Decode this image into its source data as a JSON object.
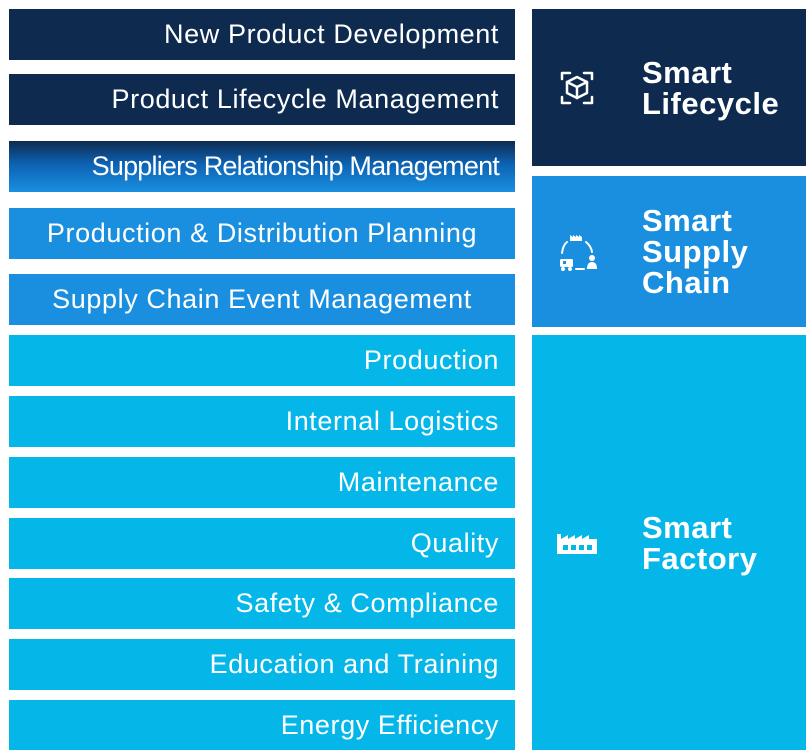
{
  "bars": [
    "New Product Development",
    "Product Lifecycle Management",
    "Suppliers Relationship Management",
    "Production & Distribution Planning",
    "Supply Chain Event Management",
    "Production",
    "Internal Logistics",
    "Maintenance",
    "Quality",
    "Safety & Compliance",
    "Education and Training",
    "Energy Efficiency"
  ],
  "panels": {
    "lifecycle": {
      "line1": "Smart",
      "line2": "Lifecycle",
      "icon": "box-cycle-icon",
      "color": "#0e2b4f"
    },
    "supply_chain": {
      "line1": "Smart",
      "line2": "Supply",
      "line3": "Chain",
      "icon": "factory-truck-person-cycle-icon",
      "color": "#1b8fdf"
    },
    "factory": {
      "line1": "Smart",
      "line2": "Factory",
      "icon": "factory-icon",
      "color": "#05b7e9"
    }
  }
}
